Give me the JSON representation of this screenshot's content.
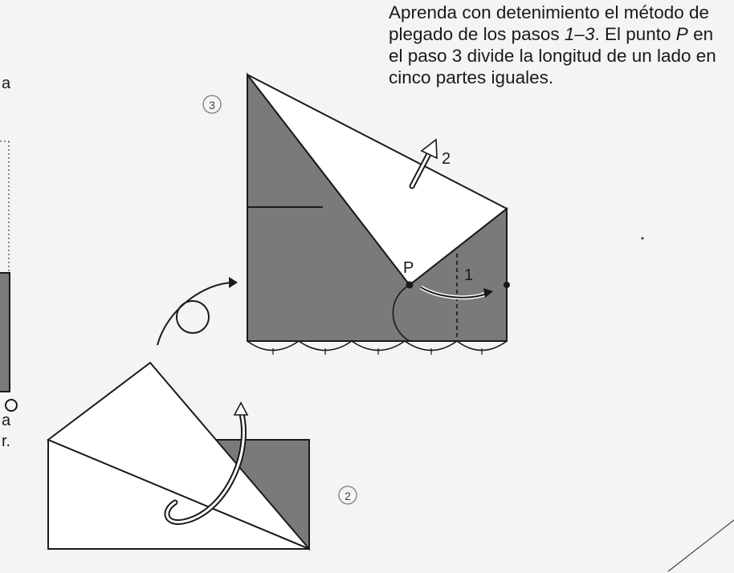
{
  "caption": {
    "part1": "Aprenda con detenimiento el método de plegado de los pasos ",
    "steps_ref": "1–3",
    "part2": ". El punto ",
    "point_ref": "P",
    "part3": " en el paso 3 divide la longitud de un lado en cinco partes iguales."
  },
  "left_fragments": {
    "a_top": "a",
    "a_bottom": "a",
    "r_bottom": "r."
  },
  "steps": {
    "step2": {
      "number": "2"
    },
    "step3": {
      "number": "3",
      "point_label": "P",
      "fold_1_label": "1",
      "fold_2_label": "2"
    }
  },
  "colors": {
    "shade": "#7a7a7a",
    "paper": "#ffffff",
    "ink": "#1a1a1a"
  }
}
